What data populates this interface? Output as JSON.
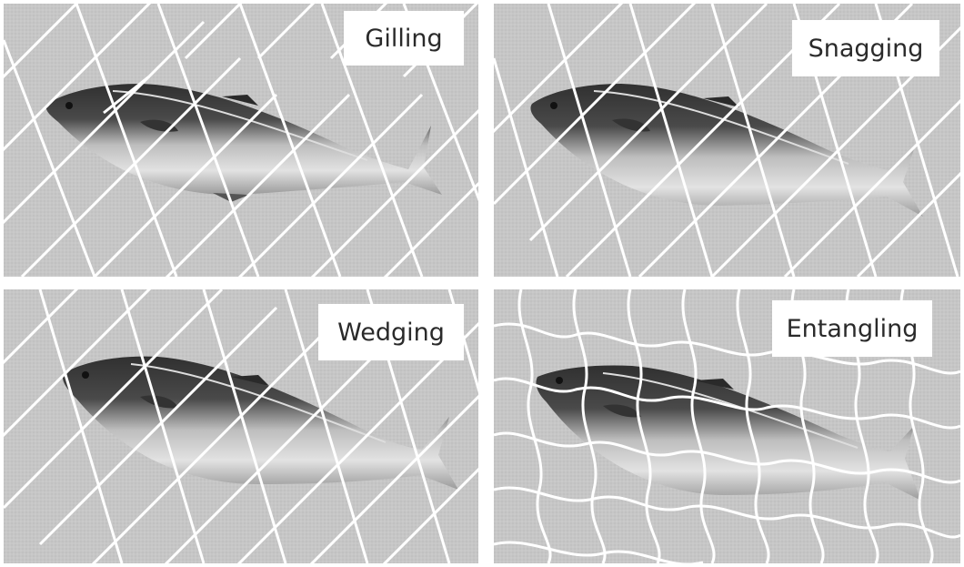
{
  "panels": [
    {
      "label": "Gilling"
    },
    {
      "label": "Snagging"
    },
    {
      "label": "Wedging"
    },
    {
      "label": "Entangling"
    }
  ],
  "colors": {
    "background": "#c9c9c9",
    "net": "#ffffff",
    "fish_back": "#3a3a3a",
    "fish_belly": "#dcdcdc"
  }
}
